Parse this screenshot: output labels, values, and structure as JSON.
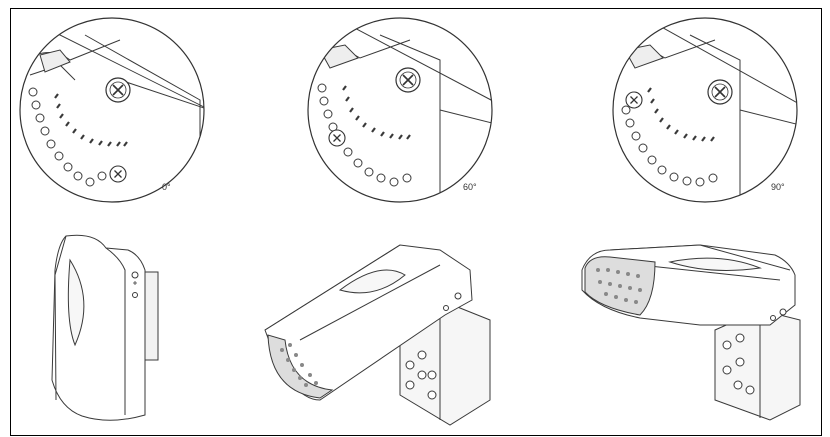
{
  "angles": [
    {
      "label": "0°"
    },
    {
      "label": "60°"
    },
    {
      "label": "90°"
    }
  ],
  "colors": {
    "line": "#3a3a3a",
    "background": "#ffffff",
    "frame": "#000000"
  }
}
